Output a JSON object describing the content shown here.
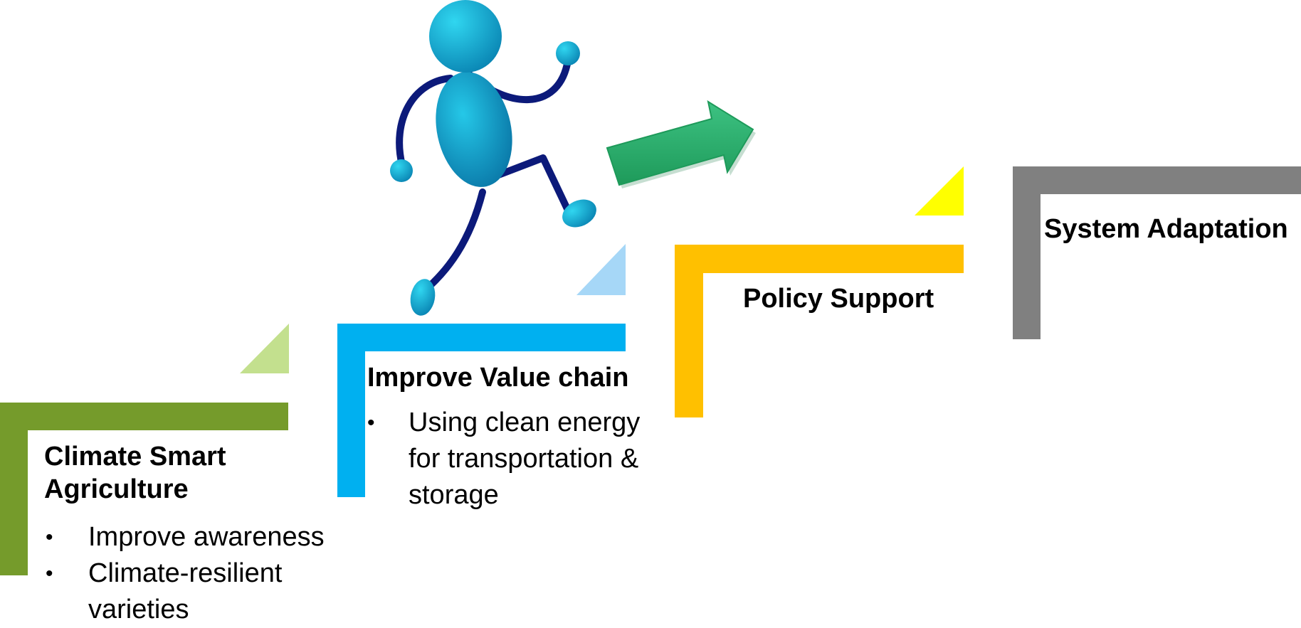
{
  "steps": [
    {
      "title_line1": "Climate Smart",
      "title_line2": "Agriculture",
      "bullets": [
        "Improve awareness",
        "Climate-resilient",
        "varieties"
      ],
      "color": "#759B2B",
      "accent_color": "#C3E08E"
    },
    {
      "title": "Improve Value chain",
      "bullets": [
        "Using clean energy",
        "for transportation &",
        "storage"
      ],
      "color": "#00B0F0",
      "accent_color": "#A6D7F7"
    },
    {
      "title": "Policy Support",
      "color": "#FFC000",
      "accent_color": "#FFFF00"
    },
    {
      "title": "System Adaptation",
      "color": "#808080"
    }
  ],
  "bullet_glyph": "•",
  "figure_icon": "running-person-icon",
  "arrow_icon": "green-arrow-icon",
  "arrow_color": "#2BAA6A"
}
